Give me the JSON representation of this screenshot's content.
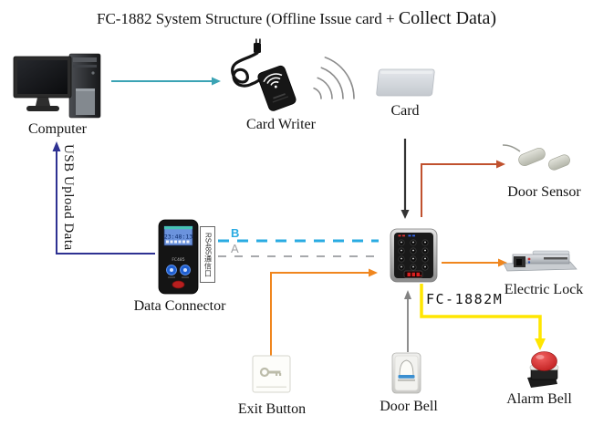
{
  "title": {
    "part1": "FC-1882 System Structure  (Offline Issue card + ",
    "part2": "Collect Data)"
  },
  "nodes": {
    "computer": {
      "label": "Computer"
    },
    "card_writer": {
      "label": "Card Writer"
    },
    "card": {
      "label": "Card"
    },
    "door_sensor": {
      "label": "Door Sensor"
    },
    "data_connector": {
      "label": "Data Connector",
      "screen_time": "23:48:13",
      "device_model": "FC485"
    },
    "controller": {
      "label": "FC-1882M"
    },
    "electric_lock": {
      "label": "Electric Lock"
    },
    "exit_button": {
      "label": "Exit Button"
    },
    "door_bell": {
      "label": "Door Bell"
    },
    "alarm_bell": {
      "label": "Alarm Bell"
    }
  },
  "connections": {
    "usb_upload_label": "USB Upload Data",
    "rs485_label": "RS485通信口",
    "bus_b_label": "B",
    "bus_a_label": "A"
  },
  "colors": {
    "teal": "#3BA3B4",
    "navy": "#2E3192",
    "bus_b": "#29ABE2",
    "bus_a": "#A7A9AC",
    "orange": "#F0861E",
    "brick": "#C0512E",
    "yellow": "#FFE600",
    "gray": "#828282",
    "black": "#333333"
  }
}
